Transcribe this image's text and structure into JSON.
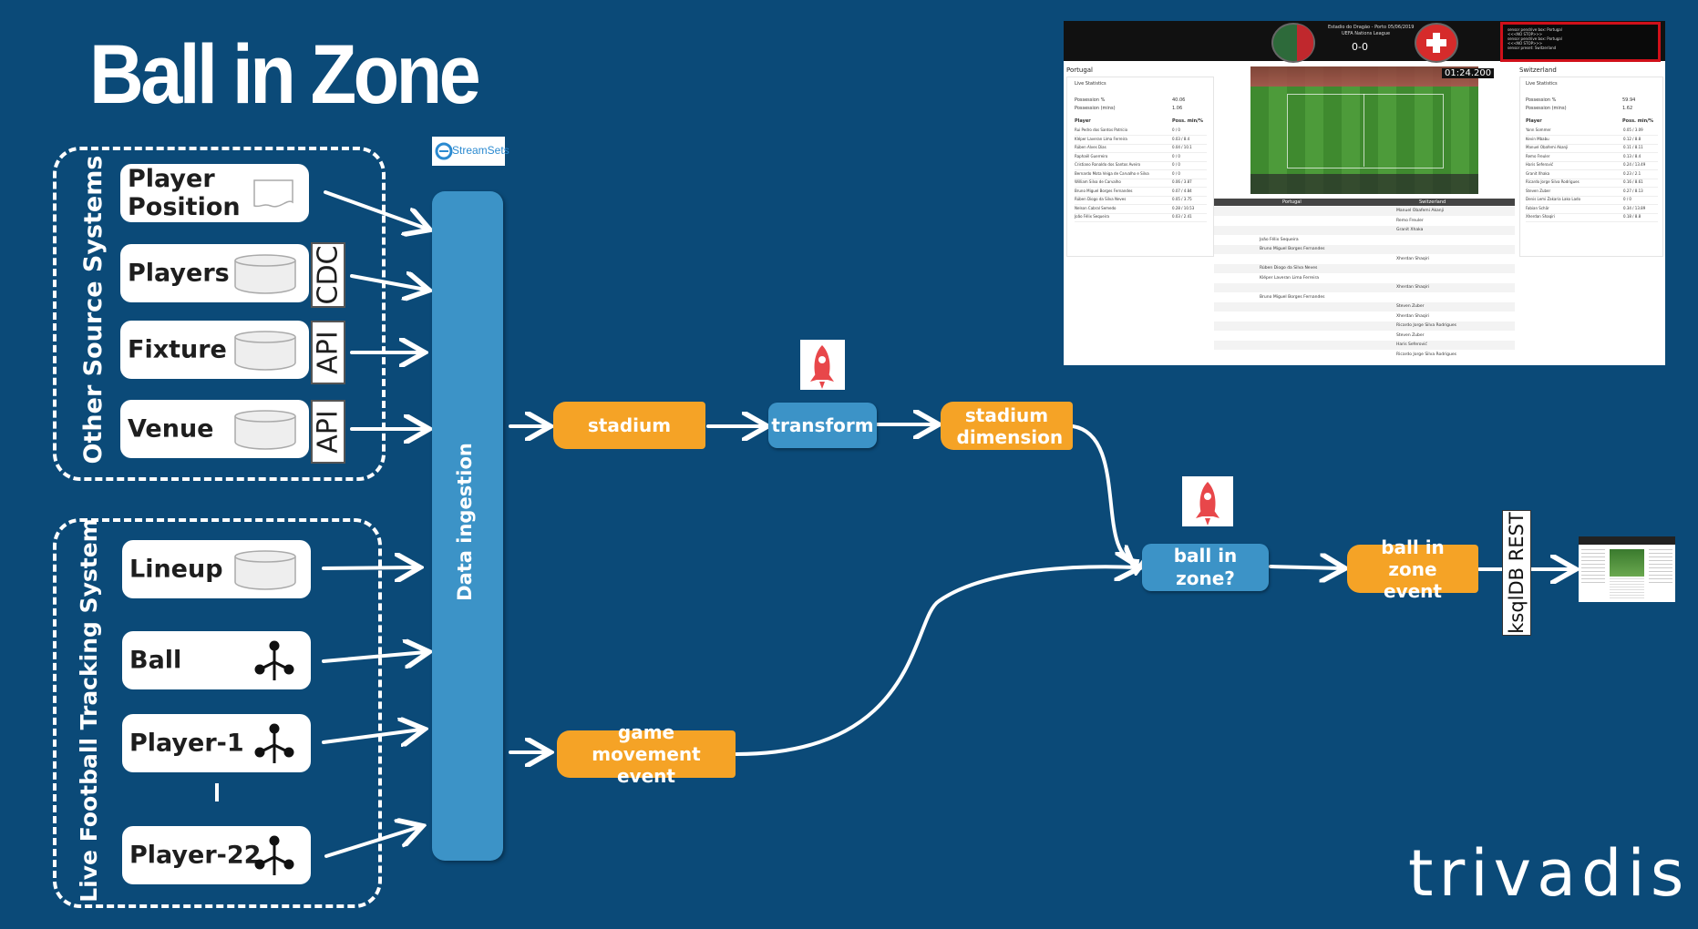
{
  "title": "Ball in Zone",
  "groups": {
    "other_sources": "Other Source Systems",
    "tracking": "Live Football Tracking System"
  },
  "sources": {
    "player_position": "Player Position",
    "players": "Players",
    "fixture": "Fixture",
    "venue": "Venue",
    "lineup": "Lineup",
    "ball": "Ball",
    "player1": "Player-1",
    "player22": "Player-22"
  },
  "tags": {
    "cdc": "CDC",
    "api1": "API",
    "api2": "API"
  },
  "streamsets": "StreamSets",
  "ingestion": "Data ingestion",
  "topics": {
    "stadium": "stadium",
    "stadium_dimension": "stadium dimension",
    "game_movement": "game movement event",
    "ball_in_zone_event": "ball in zone event"
  },
  "processors": {
    "transform": "transform",
    "ball_in_zone": "ball in zone?"
  },
  "ksqldb": "ksqlDB REST",
  "brand": "trivadis",
  "icons": [
    "document-icon",
    "database-icon",
    "stream-icon",
    "rocket-icon"
  ],
  "colors": {
    "background": "#0b4a78",
    "topic": "#f5a326",
    "processor": "#3c93c7",
    "ingestion": "#3c93c7"
  },
  "dashboard": {
    "match_info": "Estadio do Dragão - Porto 05/06/2019",
    "match_sub": "UEFA Nations League",
    "score": "0-0",
    "clock": "01:24.200",
    "home": "Portugal",
    "away": "Switzerland",
    "live_stats": "Live Statistics",
    "possession_pct": "Possession %",
    "possession_min": "Possession (mins)",
    "home_poss_pct": "40.06",
    "home_poss_min": "1.06",
    "away_poss_pct": "59.94",
    "away_poss_min": "1.62",
    "col_player": "Player",
    "col_poss": "Poss. min/%",
    "home_players": [
      {
        "name": "Rui Pedro dos Santos Patrício",
        "val": "0 / 0"
      },
      {
        "name": "Kléper Laveran Lima Ferreira",
        "val": "0.03 / 8.4"
      },
      {
        "name": "Rúben Alves Dias",
        "val": "0.04 / 10.1"
      },
      {
        "name": "Raphaël Guerreiro",
        "val": "0 / 0"
      },
      {
        "name": "Cristiano Ronaldo dos Santos Aveiro",
        "val": "0 / 0"
      },
      {
        "name": "Bernardo Mota Veiga de Carvalho e Silva",
        "val": "0 / 0"
      },
      {
        "name": "William Silva de Carvalho",
        "val": "0.06 / 3.87"
      },
      {
        "name": "Bruno Miguel Borges Fernandes",
        "val": "0.07 / 4.84"
      },
      {
        "name": "Rúben Diogo da Silva Neves",
        "val": "0.05 / 3.75"
      },
      {
        "name": "Nelson Cabral Semedo",
        "val": "0.28 / 10.53"
      },
      {
        "name": "João Félix Sequeira",
        "val": "0.03 / 2.41"
      }
    ],
    "away_players": [
      {
        "name": "Yann Sommer",
        "val": "0.05 / 3.09"
      },
      {
        "name": "Kevin Mbabu",
        "val": "0.12 / 8.8"
      },
      {
        "name": "Manuel Obafemi Akanji",
        "val": "0.11 / 8.11"
      },
      {
        "name": "Remo Freuler",
        "val": "0.13 / 8.4"
      },
      {
        "name": "Haris Seferović",
        "val": "0.24 / 13.49"
      },
      {
        "name": "Granit Xhaka",
        "val": "0.23 / 2.1"
      },
      {
        "name": "Ricardo Jorge Silva Rodrigues",
        "val": "0.16 / 8.61"
      },
      {
        "name": "Steven Zuber",
        "val": "0.27 / 8.13"
      },
      {
        "name": "Denis Lemi Zakaria Lako Lado",
        "val": "0 / 0"
      },
      {
        "name": "Fabian Schär",
        "val": "0.34 / 13.89"
      },
      {
        "name": "Xherdan Shaqiri",
        "val": "0.18 / 8.8"
      }
    ],
    "events_header_home": "Portugal",
    "events_header_away": "Switzerland",
    "events": [
      {
        "home": "",
        "away": "Manuel Obafemi Akanji"
      },
      {
        "home": "",
        "away": "Remo Freuler"
      },
      {
        "home": "",
        "away": "Granit Xhaka"
      },
      {
        "home": "João Félix Sequeira",
        "away": ""
      },
      {
        "home": "Bruno Miguel Borges Fernandes",
        "away": ""
      },
      {
        "home": "",
        "away": "Xherdan Shaqiri"
      },
      {
        "home": "Rúben Diogo da Silva Neves",
        "away": ""
      },
      {
        "home": "Kléper Laveran Lima Ferreira",
        "away": ""
      },
      {
        "home": "",
        "away": "Xherdan Shaqiri"
      },
      {
        "home": "Bruno Miguel Borges Fernandes",
        "away": ""
      },
      {
        "home": "",
        "away": "Steven Zuber"
      },
      {
        "home": "",
        "away": "Xherdan Shaqiri"
      },
      {
        "home": "",
        "away": "Ricardo Jorge Silva Rodrigues"
      },
      {
        "home": "",
        "away": "Steven Zuber"
      },
      {
        "home": "",
        "away": "Haris Seferović"
      },
      {
        "home": "",
        "away": "Ricardo Jorge Silva Rodrigues"
      }
    ],
    "console_lines": [
      "sensor pendrive box: Portugal",
      "<<<NO STOP>>>",
      "sensor pendrive box: Portugal",
      "<<<NO STOP>>>",
      "sensor preset: Switzerland"
    ]
  }
}
